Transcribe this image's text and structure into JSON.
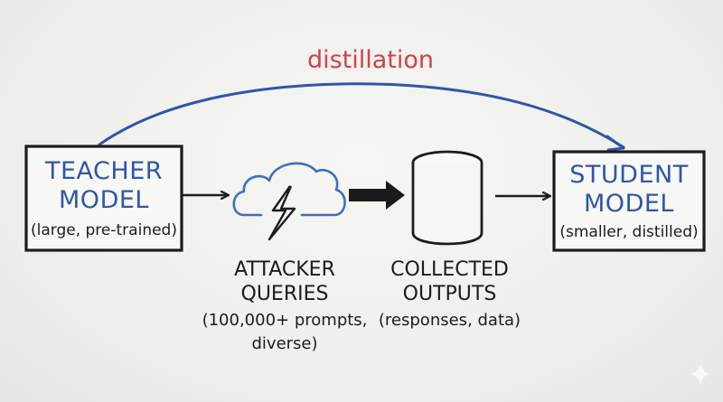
{
  "diagram": {
    "arc_label": "distillation",
    "teacher": {
      "title_line1": "TEACHER",
      "title_line2": "MODEL",
      "subtitle": "(large, pre-trained)"
    },
    "student": {
      "title_line1": "STUDENT",
      "title_line2": "MODEL",
      "subtitle": "(smaller, distilled)"
    },
    "attacker": {
      "icon": "cloud-lightning-icon",
      "label_line1": "ATTACKER",
      "label_line2": "QUERIES",
      "sub_line1": "(100,000+ prompts,",
      "sub_line2": "diverse)"
    },
    "collected": {
      "icon": "database-cylinder-icon",
      "label_line1": "COLLECTED",
      "label_line2": "OUTPUTS",
      "sub_line1": "(responses, data)"
    },
    "watermark_icon": "sparkle-icon"
  },
  "colors": {
    "ink": "#1c1c1c",
    "blue": "#2f56a8",
    "red": "#d0424c",
    "board": "#efefec"
  }
}
